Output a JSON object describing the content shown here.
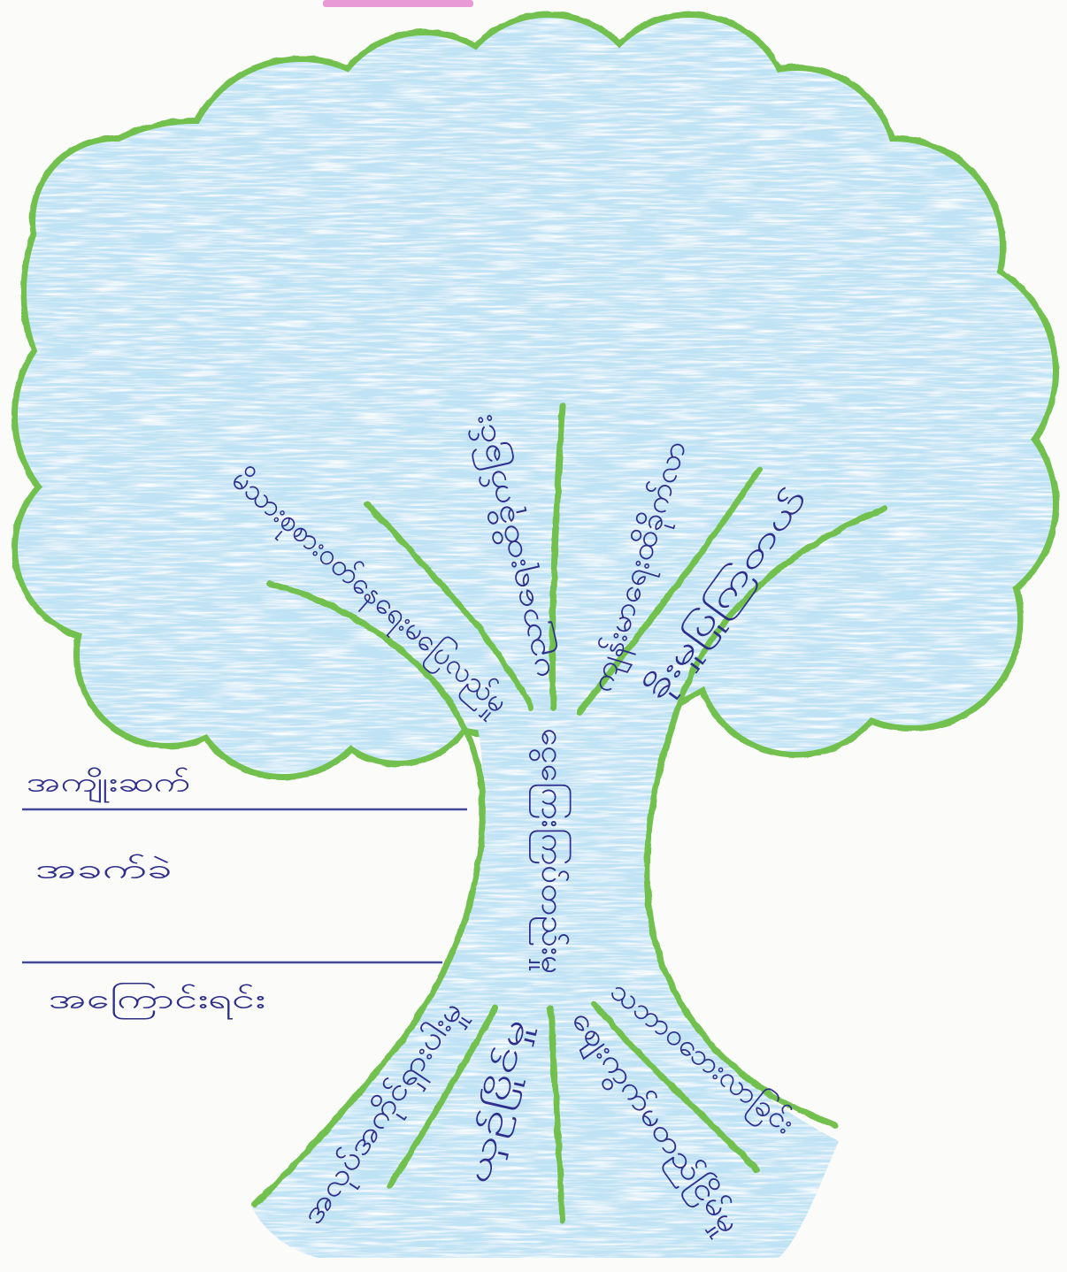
{
  "side_labels": {
    "effect": "အကျိုးဆက်",
    "problem": "အခက်ခဲ",
    "cause": "အကြောင်းရင်း"
  },
  "effects": [
    "မိသားစုစားဝတ်နေရေးမပြေလည်မှု",
    "ပညာရေးထိခိုက်ခြင်း",
    "ကျန်းမာရေးထိခိုက်လာ",
    "ခိုးမှုပြုကြတယ်"
  ],
  "main_problem": "ငွေကြေးကြပ်တည်းမှု",
  "causes": [
    "အလုပ်အကိုင်ရှားပါးမှု",
    "ယှဉ်ပြိုင်မှု",
    "ဈေးကွက်မတည်ငြိမ်မှု",
    "သဘာဝဘေးလာခြင်း"
  ],
  "colors": {
    "crown_fill": "#bfe2f4",
    "outline": "#72c04e",
    "ink": "#2e2f8c",
    "rule": "#45479a",
    "tab": "#e79ad5"
  }
}
